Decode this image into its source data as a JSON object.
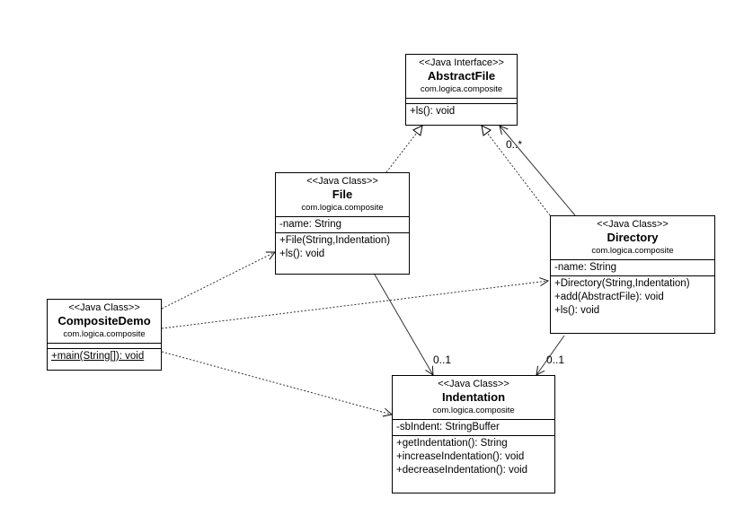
{
  "classes": {
    "abstractfile": {
      "stereotype": "<<Java Interface>>",
      "name": "AbstractFile",
      "package": "com.logica.composite",
      "attributes": [],
      "operations": [
        "+ls(): void"
      ]
    },
    "file": {
      "stereotype": "<<Java Class>>",
      "name": "File",
      "package": "com.logica.composite",
      "attributes": [
        "-name: String"
      ],
      "operations": [
        "+File(String,Indentation)",
        "+ls(): void"
      ]
    },
    "directory": {
      "stereotype": "<<Java Class>>",
      "name": "Directory",
      "package": "com.logica.composite",
      "attributes": [
        "-name: String"
      ],
      "operations": [
        "+Directory(String,Indentation)",
        "+add(AbstractFile): void",
        "+ls(): void"
      ]
    },
    "compositedemo": {
      "stereotype": "<<Java Class>>",
      "name": "CompositeDemo",
      "package": "com.logica.composite",
      "attributes": [],
      "operations": [
        "+main(String[]): void"
      ]
    },
    "indentation": {
      "stereotype": "<<Java Class>>",
      "name": "Indentation",
      "package": "com.logica.composite",
      "attributes": [
        "-sbIndent: StringBuffer"
      ],
      "operations": [
        "+getIndentation(): String",
        "+increaseIndentation(): void",
        "+decreaseIndentation(): void"
      ]
    }
  },
  "multiplicities": {
    "directory_to_abstractfile": "0..*",
    "file_to_indentation": "0..1",
    "directory_to_indentation": "0..1"
  }
}
